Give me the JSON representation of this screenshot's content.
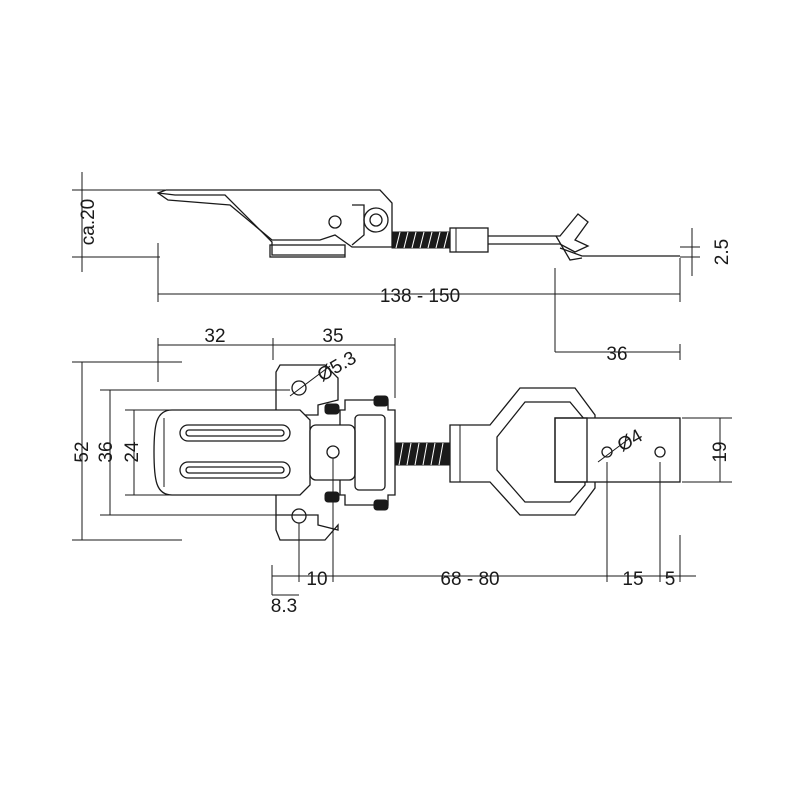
{
  "drawing": {
    "ink_color": "#1a1a1a",
    "background": "#ffffff",
    "dimensions": {
      "height": "ca.20",
      "spring_offset": "2.5",
      "overall_length": "138 - 150",
      "catch_length": "36",
      "hole_spacing_left": "32",
      "hole_spacing_right": "35",
      "hole_dia_large": "Ø5.3",
      "hole_dia_small": "Ø4",
      "width_outer": "52",
      "width_mid": "36",
      "width_inner": "24",
      "catch_width": "19",
      "offset_10": "10",
      "span": "68 - 80",
      "catch_hole_offset": "15",
      "catch_edge": "5",
      "edge_offset": "8.3"
    }
  }
}
